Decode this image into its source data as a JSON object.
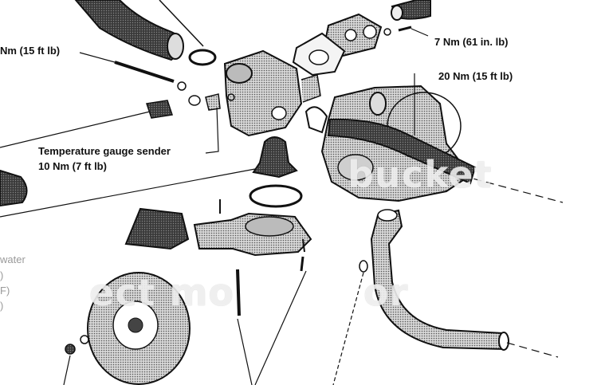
{
  "labels": {
    "torque_left": "Nm (15 ft lb)",
    "torque_top_right": "7 Nm (61 in. lb)",
    "torque_pump": "20 Nm (15 ft lb)",
    "sender_name": "Temperature gauge sender",
    "sender_torque": "10 Nm (7 ft lb)"
  },
  "cutoff_text": {
    "line1": "water",
    "line2": ")",
    "line3": "F)",
    "line4": ")"
  },
  "watermarks": {
    "left": "ect mo",
    "center": "bucket",
    "right": "or"
  },
  "colors": {
    "ink": "#111111",
    "paper": "#ffffff"
  }
}
